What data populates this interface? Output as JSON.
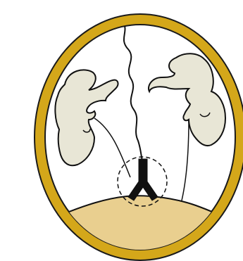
{
  "diagram": {
    "colors": {
      "background": "#ffffff",
      "ring_fill": "#d4a71a",
      "ring_stroke": "#1a1a1a",
      "inner_fill": "#ffffff",
      "hill_fill": "#e9cf8f",
      "fetus_fill": "#e8e6d6",
      "stroke": "#111111",
      "dashed_circle": "#111111",
      "y_shape_fill": "#111111"
    },
    "elements": {
      "outer_ring": "gold-oval-frame",
      "left_figure": "curled-embryo-left",
      "right_figure": "curled-embryo-right",
      "center_line": "wavy-vertical-line",
      "y_shape": "y-branch-shape",
      "highlight": "dashed-circle-highlight",
      "ground": "sand-mound"
    }
  }
}
